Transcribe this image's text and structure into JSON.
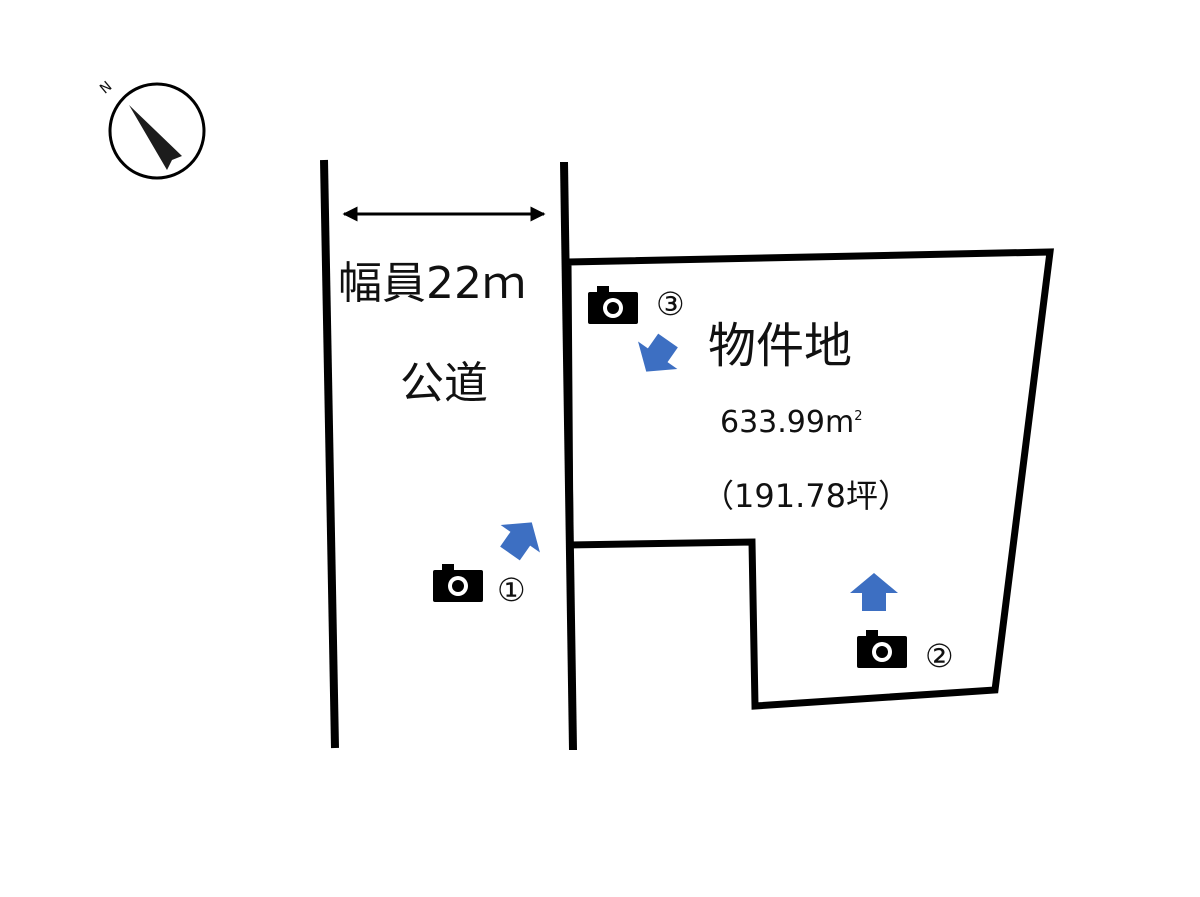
{
  "compass": {
    "letter": "N",
    "icon": "north-arrow-icon"
  },
  "road": {
    "width_label": "幅員22ｍ",
    "name": "公道"
  },
  "property": {
    "title": "物件地",
    "area_sqm": "633.99",
    "area_unit": "m",
    "area_superscript": "2",
    "area_tsubo": "（191.78坪）"
  },
  "photo_points": [
    {
      "number": "①",
      "icon": "camera-icon",
      "view": "direction-arrow-icon"
    },
    {
      "number": "②",
      "icon": "camera-icon",
      "view": "direction-arrow-icon"
    },
    {
      "number": "③",
      "icon": "camera-icon",
      "view": "direction-arrow-icon"
    }
  ],
  "colors": {
    "line": "#000000",
    "arrow": "#3d6fc2",
    "text": "#111111"
  }
}
